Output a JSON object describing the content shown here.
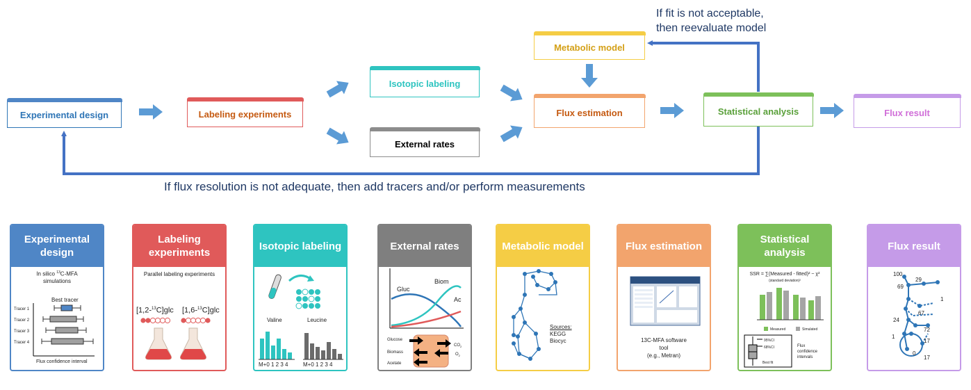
{
  "flow": {
    "experimental_design": "Experimental design",
    "labeling_experiments": "Labeling experiments",
    "isotopic_labeling": "Isotopic labeling",
    "external_rates": "External rates",
    "metabolic_model": "Metabolic model",
    "flux_estimation": "Flux estimation",
    "statistical_analysis": "Statistical analysis",
    "flux_result": "Flux  result"
  },
  "notes": {
    "fit_line1": "If fit is not acceptable,",
    "fit_line2": "then reevaluate model",
    "resolution": "If flux resolution is not adequate, then add tracers and/or perform measurements"
  },
  "cards": {
    "exp_design": {
      "title": "Experimental design",
      "subtitle_a": "In silico",
      "subtitle_sup": "13",
      "subtitle_b": "C-MFA",
      "subtitle_c": "simulations",
      "best": "Best tracer",
      "tracers": [
        "Tracer 1",
        "Tracer 2",
        "Tracer 3",
        "Tracer 4"
      ],
      "axis": "Flux confidence interval"
    },
    "labeling_exp": {
      "title": "Labeling experiments",
      "subtitle": "Parallel labeling experiments",
      "tracer1_a": "[1,2-",
      "tracer1_sup": "13",
      "tracer1_b": "C]glc",
      "tracer2_a": "[1,6-",
      "tracer2_sup": "13",
      "tracer2_b": "C]glc"
    },
    "isotopic": {
      "title": "Isotopic labeling",
      "valine": "Valine",
      "leucine": "Leucine",
      "ticks": "M+0 1 2 3 4"
    },
    "external": {
      "title": "External rates",
      "gluc": "Gluc",
      "biom": "Biom",
      "ac": "Ac",
      "glucose": "Glucose",
      "biomass": "Biomass",
      "acetate": "Acetate",
      "co2": "CO",
      "co2_sub": "2",
      "o2": "O",
      "o2_sub": "2"
    },
    "metabolic": {
      "title": "Metabolic model",
      "sources": "Sources:",
      "kegg": "KEGG",
      "biocyc": "Biocyc"
    },
    "flux_est": {
      "title": "Flux estimation",
      "caption1": "13C-MFA software",
      "caption2": "tool",
      "caption3": "(e.g., Metran)"
    },
    "statistical": {
      "title": "Statistical analysis",
      "formula": "SSR = ∑(Measured - fitted)² ~ χ²",
      "formula_sub": "(standard deviation)²",
      "legend_measured": "Measured",
      "legend_simulated": "Simulated",
      "ci95": "95%CI",
      "ci68": "68%CI",
      "best_fit": "Best fit",
      "flux_ci": "Flux confidence intervals"
    },
    "flux_result": {
      "title": "Flux result",
      "values": [
        "100",
        "29",
        "69",
        "1",
        "67",
        "24",
        "72",
        "1",
        "17",
        "0",
        "17"
      ]
    }
  },
  "colors": {
    "blue": "#4f86c6",
    "red": "#e05a5a",
    "teal": "#2ec4c0",
    "gray": "#8c8c8c",
    "yellow": "#f5cd45",
    "orange": "#f2a46d",
    "green": "#7dc05a",
    "purple": "#c59be8",
    "arrow": "#5b9bd5",
    "loop": "#4472c4"
  }
}
